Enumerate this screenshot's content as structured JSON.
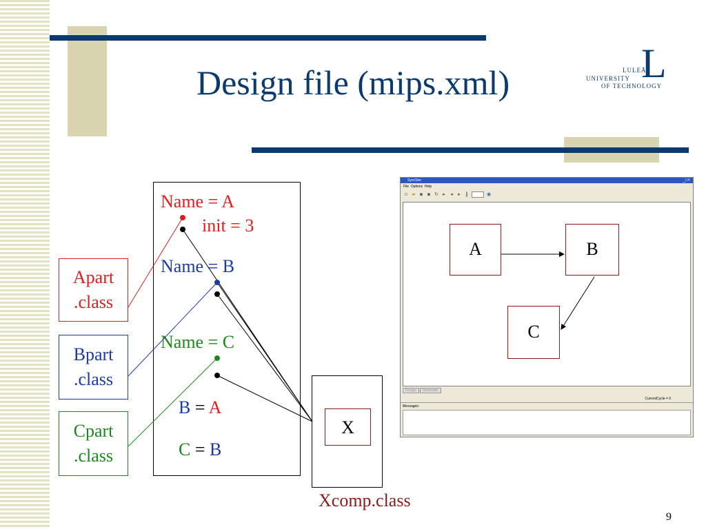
{
  "slide": {
    "title": "Design file (mips.xml)",
    "page_number": "9"
  },
  "logo": {
    "letter": "L",
    "line1": "LULEÅ",
    "line2": "UNIVERSITY",
    "line3": "OF TECHNOLOGY"
  },
  "xml_box": {
    "name_a": "Name = A",
    "init": "init = 3",
    "name_b": "Name = B",
    "name_c": "Name = C",
    "conn1": {
      "left": "B",
      "eq": "=",
      "right": "A"
    },
    "conn2": {
      "left": "C",
      "eq": "=",
      "right": "B"
    }
  },
  "class_boxes": {
    "apart": [
      "Apart",
      ".class"
    ],
    "bpart": [
      "Bpart",
      ".class"
    ],
    "cpart": [
      "Cpart",
      ".class"
    ]
  },
  "xcomp": {
    "x_label": "X",
    "caption": "Xcomp.class"
  },
  "sim_window": {
    "title": "SyncSim",
    "window_controls": "_□×",
    "menu": [
      "File",
      "Options",
      "Help"
    ],
    "nodes": [
      "A",
      "B",
      "C"
    ],
    "tabs": [
      "Design",
      "Schematic"
    ],
    "status": "CurrentCycle = 0",
    "messages_label": "Messages:"
  },
  "colors": {
    "navy": "#0b3b6e",
    "red": "#e31b1b",
    "blue": "#1a3aa8",
    "green": "#1a8a1a",
    "node_border": "#8b1a1a"
  }
}
